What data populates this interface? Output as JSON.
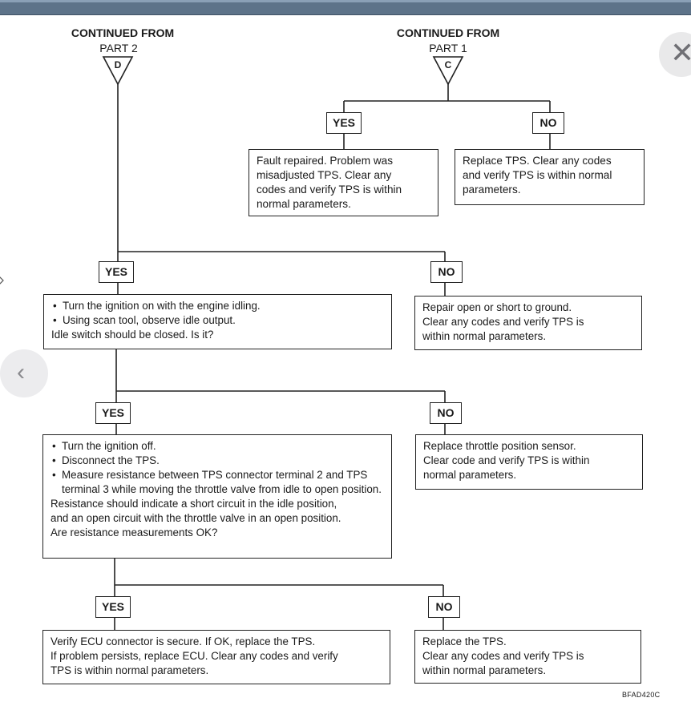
{
  "viewer": {
    "close_icon": "close-x-icon",
    "back_icon": "chevron-left-icon",
    "close_glyph": "✕",
    "back_glyph": "‹"
  },
  "connectors": {
    "left": {
      "title": "CONTINUED FROM",
      "part": "PART 2",
      "letter": "D"
    },
    "right": {
      "title": "CONTINUED FROM",
      "part": "PART 1",
      "letter": "C"
    }
  },
  "branch_c": {
    "yes_label": "YES",
    "no_label": "NO",
    "yes_box": [
      "Fault repaired. Problem was",
      "misadjusted TPS. Clear any",
      "codes and verify TPS is within",
      "normal parameters."
    ],
    "no_box": [
      "Replace TPS. Clear any codes",
      "and verify TPS is within normal",
      "parameters."
    ]
  },
  "step1": {
    "yes_label": "YES",
    "no_label": "NO",
    "yes_box": {
      "bullets": [
        "Turn the ignition on with the engine idling.",
        "Using scan tool, observe idle output."
      ],
      "question": "Idle switch should be closed. Is it?"
    },
    "no_box": [
      "Repair open or short to ground.",
      "Clear any codes and verify TPS is",
      "within normal parameters."
    ]
  },
  "step2": {
    "yes_label": "YES",
    "no_label": "NO",
    "yes_box": {
      "bullets": [
        "Turn the ignition off.",
        "Disconnect the TPS.",
        "Measure resistance between TPS connector terminal 2 and TPS terminal 3 while moving the throttle valve from idle to open position."
      ],
      "text": [
        "Resistance should indicate a short circuit in the idle position,",
        "and an open circuit with the throttle valve in an open position.",
        "Are resistance measurements OK?"
      ]
    },
    "no_box": [
      "Replace throttle position sensor.",
      "Clear code and verify TPS is within",
      "normal parameters."
    ]
  },
  "step3": {
    "yes_label": "YES",
    "no_label": "NO",
    "yes_box": [
      "Verify ECU connector is secure. If OK, replace the TPS.",
      "If problem persists, replace ECU. Clear any codes and verify",
      "TPS is within normal parameters."
    ],
    "no_box": [
      "Replace the TPS.",
      "Clear any codes and verify TPS is",
      "within normal parameters."
    ]
  },
  "figure_id": "BFAD420C"
}
